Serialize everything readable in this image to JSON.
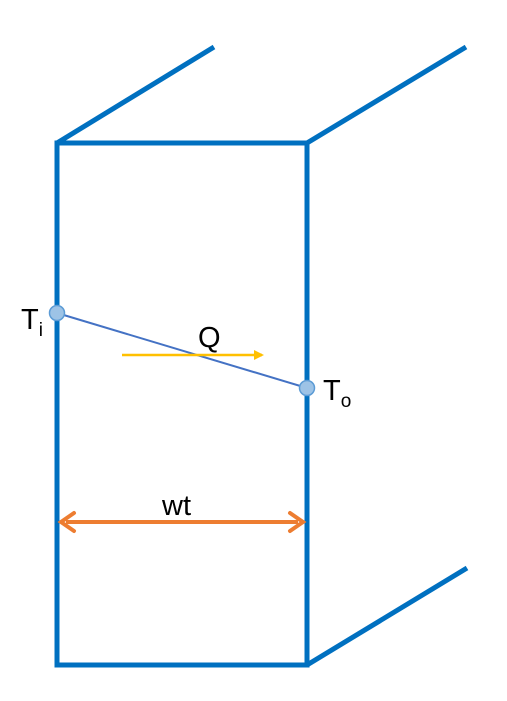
{
  "colors": {
    "wall": "#0070c0",
    "gradient_line": "#4472c4",
    "temperature_point_fill": "#9dc3e6",
    "temperature_point_stroke": "#5b9bd5",
    "heat_flow_arrow": "#ffc000",
    "thickness_arrow": "#ed7d31",
    "text": "#000000"
  },
  "labels": {
    "inner_temperature": {
      "main": "T",
      "sub": "i"
    },
    "outer_temperature": {
      "main": "T",
      "sub": "o"
    },
    "heat_flow": "Q",
    "wall_thickness": "wt"
  },
  "icons": {
    "wall_outline": "rectangle-outline",
    "heat_flow": "right-arrow",
    "thickness": "double-headed-arrow",
    "temperature_points": "circle"
  }
}
